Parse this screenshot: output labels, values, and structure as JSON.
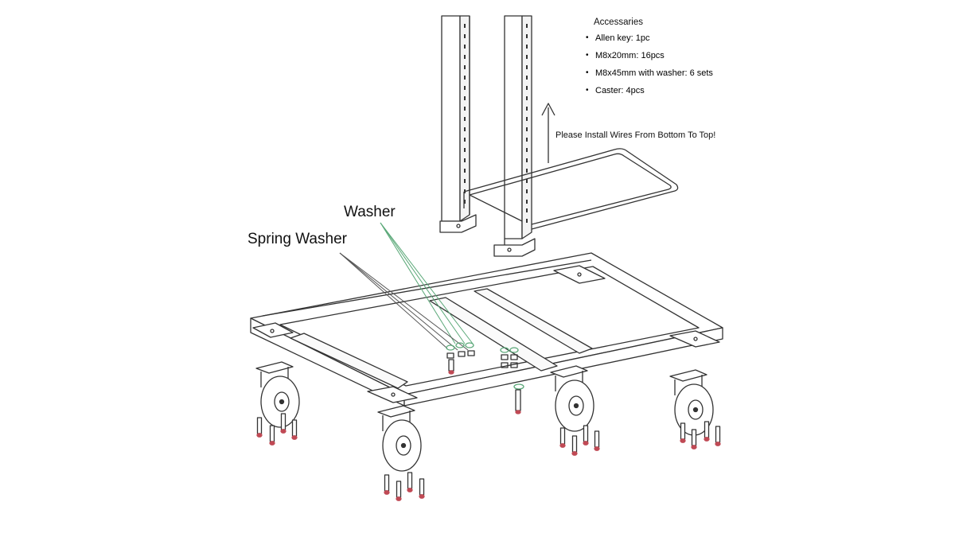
{
  "callouts": {
    "washer": "Washer",
    "spring_washer": "Spring Washer"
  },
  "accessories": {
    "title": "Accessaries",
    "items": [
      "Allen key: 1pc",
      "M8x20mm: 16pcs",
      "M8x45mm with washer: 6 sets",
      "Caster: 4pcs"
    ]
  },
  "note": "Please Install Wires From Bottom To Top!",
  "colors": {
    "line": "#333333",
    "leader_green": "#5aa878",
    "bolt_head": "#c04a55"
  }
}
